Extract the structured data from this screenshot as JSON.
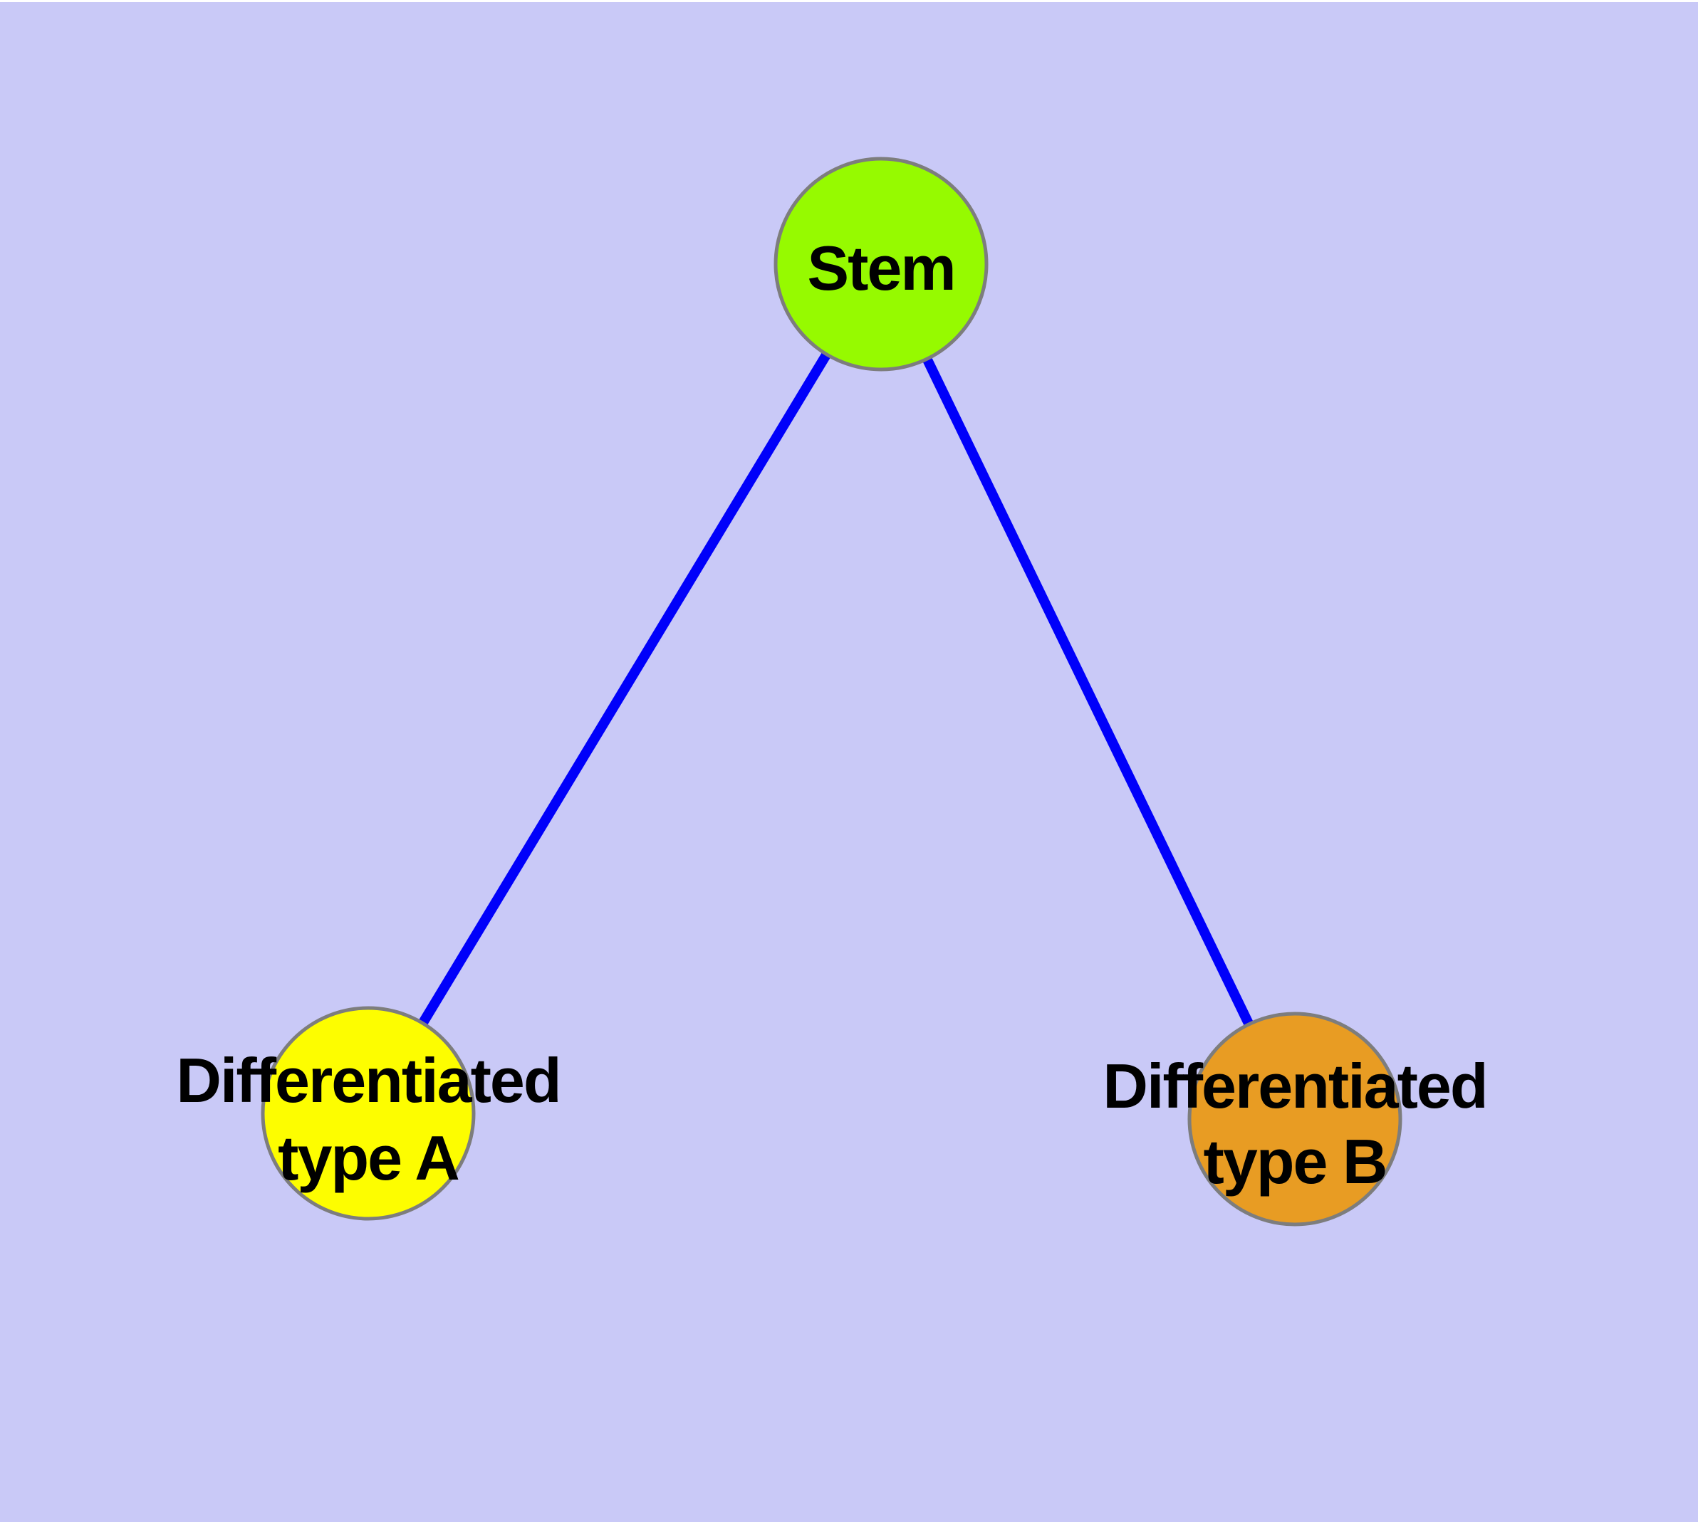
{
  "diagram": {
    "type": "node-link-graph",
    "background_color": "#c9c9f7",
    "top_margin_color": "#ffffff",
    "edge_color": "#0000fa",
    "node_border_color": "#7d7d7d",
    "text_color": "#000000",
    "nodes": [
      {
        "id": "stem",
        "label": "Stem",
        "fill_color": "#96fa00"
      },
      {
        "id": "differentiated-type-a",
        "label_line1": "Differentiated",
        "label_line2": "type A",
        "fill_color": "#fdfd00"
      },
      {
        "id": "differentiated-type-b",
        "label_line1": "Differentiated",
        "label_line2": "type B",
        "fill_color": "#e89c23"
      }
    ],
    "edges": [
      {
        "from": "Stem",
        "to": "Differentiated type A"
      },
      {
        "from": "Stem",
        "to": "Differentiated type B"
      }
    ]
  }
}
